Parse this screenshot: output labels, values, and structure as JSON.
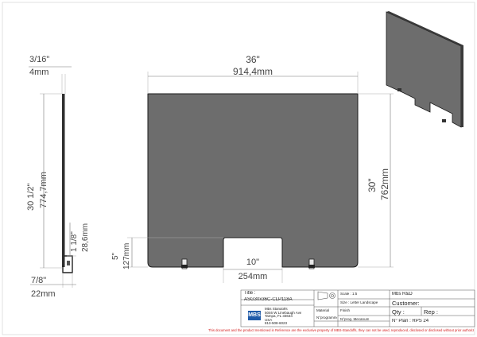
{
  "dimensions": {
    "thickness_in": "3/16\"",
    "thickness_mm": "4mm",
    "width_in": "36\"",
    "width_mm": "914,4mm",
    "height_in": "30 1/2\"",
    "height_mm": "774,7mm",
    "panel_height_in": "30\"",
    "panel_height_mm": "762mm",
    "clip_height_in": "1 1/8\"",
    "clip_height_mm": "28,6mm",
    "notch_height_in": "5\"",
    "notch_height_mm": "127mm",
    "notch_width_in": "10\"",
    "notch_width_mm": "254mm",
    "foot_in": "7/8\"",
    "foot_mm": "22mm"
  },
  "title_block": {
    "title_label": "Title :",
    "title_value": "ASG30x36C-CLP118A",
    "company_logo": "MBS",
    "company_address": [
      "Mbs Standoffs",
      "5046 W Linebaugh Ave",
      "Tampa, FL 33634",
      "USA",
      "813-508-6023"
    ],
    "scale": "Scale : 1:5",
    "format": "Size : Letter Landscape",
    "material_label": "Material",
    "finish_label": "Finish",
    "laser_program": "N°programme laser :",
    "machining_program": "N°prog. Mecanum",
    "department": "Mbs R&D",
    "customer_label": "Customer:",
    "qty_label": "Qty :",
    "rep_label": "Rep :",
    "plan_no": "N° Plan : RPS 24"
  },
  "footer_note": "This document and the product mentioned in Reference are the exclusive property of MBS-Standoffs, they can not be used, reproduced, disclosed or disclosed without prior authorization."
}
